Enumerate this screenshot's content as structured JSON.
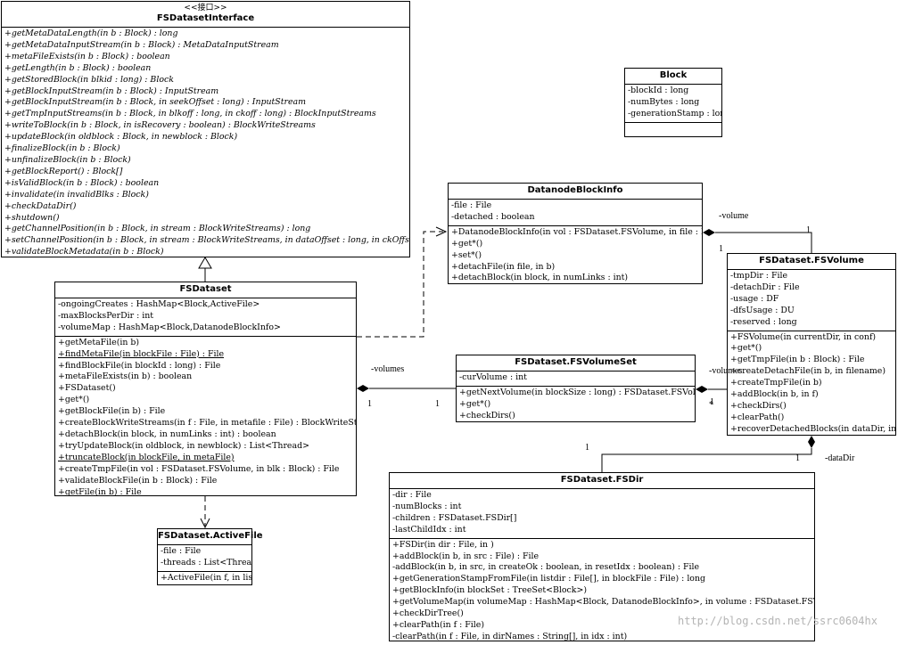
{
  "classes": {
    "fsdataset_interface": {
      "stereotype": "<<接口>>",
      "name": "FSDatasetInterface",
      "methods": [
        "+getMetaDataLength(in b : Block) : long",
        "+getMetaDataInputStream(in b : Block) : MetaDataInputStream",
        "+metaFileExists(in b : Block) : boolean",
        "+getLength(in b : Block) : boolean",
        "+getStoredBlock(in blkid : long) : Block",
        "+getBlockInputStream(in b : Block) : InputStream",
        "+getBlockInputStream(in b : Block, in seekOffset : long) : InputStream",
        "+getTmpInputStreams(in b : Block, in blkoff : long, in ckoff : long) : BlockInputStreams",
        "+writeToBlock(in b : Block, in isRecovery : boolean) : BlockWriteStreams",
        "+updateBlock(in oldblock : Block, in newblock : Block)",
        "+finalizeBlock(in b : Block)",
        "+unfinalizeBlock(in b : Block)",
        "+getBlockReport() : Block[]",
        "+isValidBlock(in b : Block) : boolean",
        "+invalidate(in invalidBlks : Block)",
        "+checkDataDir()",
        "+shutdown()",
        "+getChannelPosition(in b : Block, in stream : BlockWriteStreams) : long",
        "+setChannelPosition(in b : Block, in stream : BlockWriteStreams, in dataOffset : long, in ckOffset : long)",
        "+validateBlockMetadata(in b : Block)"
      ]
    },
    "block": {
      "name": "Block",
      "attributes": [
        "-blockId : long",
        "-numBytes : long",
        "-generationStamp : long"
      ]
    },
    "datanode_block_info": {
      "name": "DatanodeBlockInfo",
      "attributes": [
        "-file : File",
        "-detached : boolean"
      ],
      "methods": [
        "+DatanodeBlockInfo(in vol : FSDataset.FSVolume, in file : File)",
        "+get*()",
        "+set*()",
        "+detachFile(in file, in b)",
        "+detachBlock(in block, in numLinks : int)"
      ]
    },
    "fsdataset": {
      "name": "FSDataset",
      "attributes": [
        "-ongoingCreates : HashMap<Block,ActiveFile>",
        "-maxBlocksPerDir : int",
        "-volumeMap : HashMap<Block,DatanodeBlockInfo>"
      ],
      "methods": [
        "+getMetaFile(in b)",
        "+findMetaFile(in blockFile : File) : File",
        "+findBlockFile(in blockId : long) : File",
        "+metaFileExists(in b) : boolean",
        "+FSDataset()",
        "+get*()",
        "+getBlockFile(in b) : File",
        "+createBlockWriteStreams(in f : File, in metafile : File) : BlockWriteStreams",
        "+detachBlock(in block, in numLinks : int) : boolean",
        "+tryUpdateBlock(in oldblock, in newblock) : List<Thread>",
        "+truncateBlock(in blockFile, in metaFile)",
        "+createTmpFile(in vol : FSDataset.FSVolume, in blk : Block) : File",
        "+validateBlockFile(in b : Block) : File",
        "+getFile(in b) : File"
      ]
    },
    "active_file": {
      "name": "FSDataset.ActiveFile",
      "attributes": [
        "-file : File",
        "-threads : List<Thread>"
      ],
      "methods": [
        "+ActiveFile(in f, in list)"
      ]
    },
    "fsvolume_set": {
      "name": "FSDataset.FSVolumeSet",
      "attributes": [
        "-curVolume : int"
      ],
      "methods": [
        "+getNextVolume(in blockSize : long) : FSDataset.FSVolume",
        "+get*()",
        "+checkDirs()"
      ]
    },
    "fsvolume": {
      "name": "FSDataset.FSVolume",
      "attributes": [
        "-tmpDir : File",
        "-detachDir : File",
        "-usage : DF",
        "-dfsUsage : DU",
        "-reserved : long"
      ],
      "methods": [
        "+FSVolume(in currentDir, in conf)",
        "+get*()",
        "+getTmpFile(in b : Block) : File",
        "+createDetachFile(in b, in filename)",
        "+createTmpFile(in b)",
        "+addBlock(in b, in f)",
        "+checkDirs()",
        "+clearPath()",
        "+recoverDetachedBlocks(in dataDir, in dir)"
      ]
    },
    "fsdir": {
      "name": "FSDataset.FSDir",
      "attributes": [
        "-dir : File",
        "-numBlocks : int",
        "-children : FSDataset.FSDir[]",
        "-lastChildIdx : int"
      ],
      "methods": [
        "+FSDir(in dir : File, in )",
        "+addBlock(in b, in src : File) : File",
        "-addBlock(in b, in src, in createOk : boolean, in resetIdx : boolean) : File",
        "+getGenerationStampFromFile(in listdir : File[], in blockFile : File) : long",
        "+getBlockInfo(in blockSet : TreeSet<Block>)",
        "+getVolumeMap(in volumeMap : HashMap<Block, DatanodeBlockInfo>, in volume : FSDataset.FSVolume)",
        "+checkDirTree()",
        "+clearPath(in f : File)",
        "-clearPath(in f : File, in dirNames : String[], in idx : int)"
      ]
    }
  },
  "association_labels": {
    "volumes_left": "-volumes",
    "volumes_right": "-volumes",
    "volume": "-volume",
    "data_dir": "-dataDir",
    "one": "1",
    "star": "*"
  },
  "watermark": "http://blog.csdn.net/ssrc0604hx"
}
